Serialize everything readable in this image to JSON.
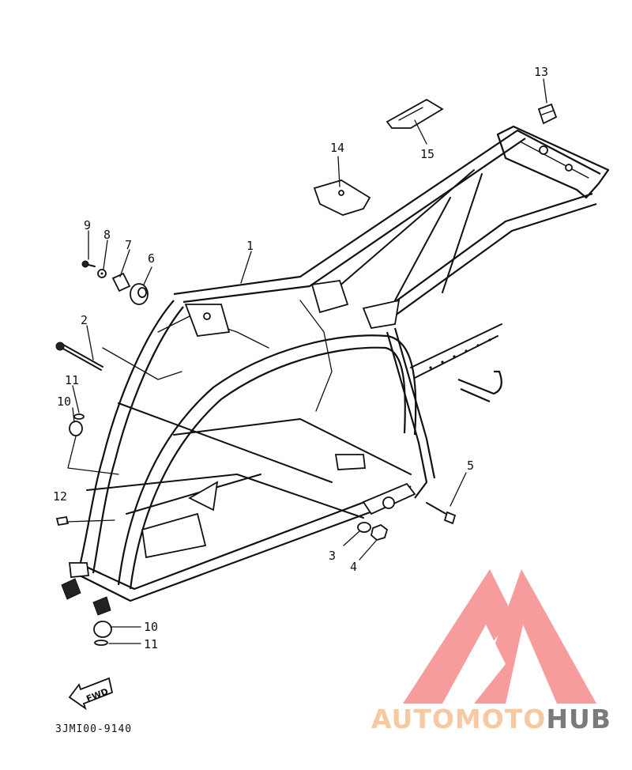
{
  "callouts": [
    "1",
    "2",
    "3",
    "4",
    "5",
    "6",
    "7",
    "8",
    "9",
    "10",
    "11",
    "12",
    "13",
    "14",
    "15",
    "10",
    "11"
  ],
  "drawing_code": "3JMI00-9140",
  "fwd_label": "FWD",
  "watermark": {
    "part1": "AUTOMOTO",
    "part2": "HUB",
    "color1": "#f7c9a0",
    "color2": "#7a7a7a",
    "logo_color": "#f47b7b"
  }
}
